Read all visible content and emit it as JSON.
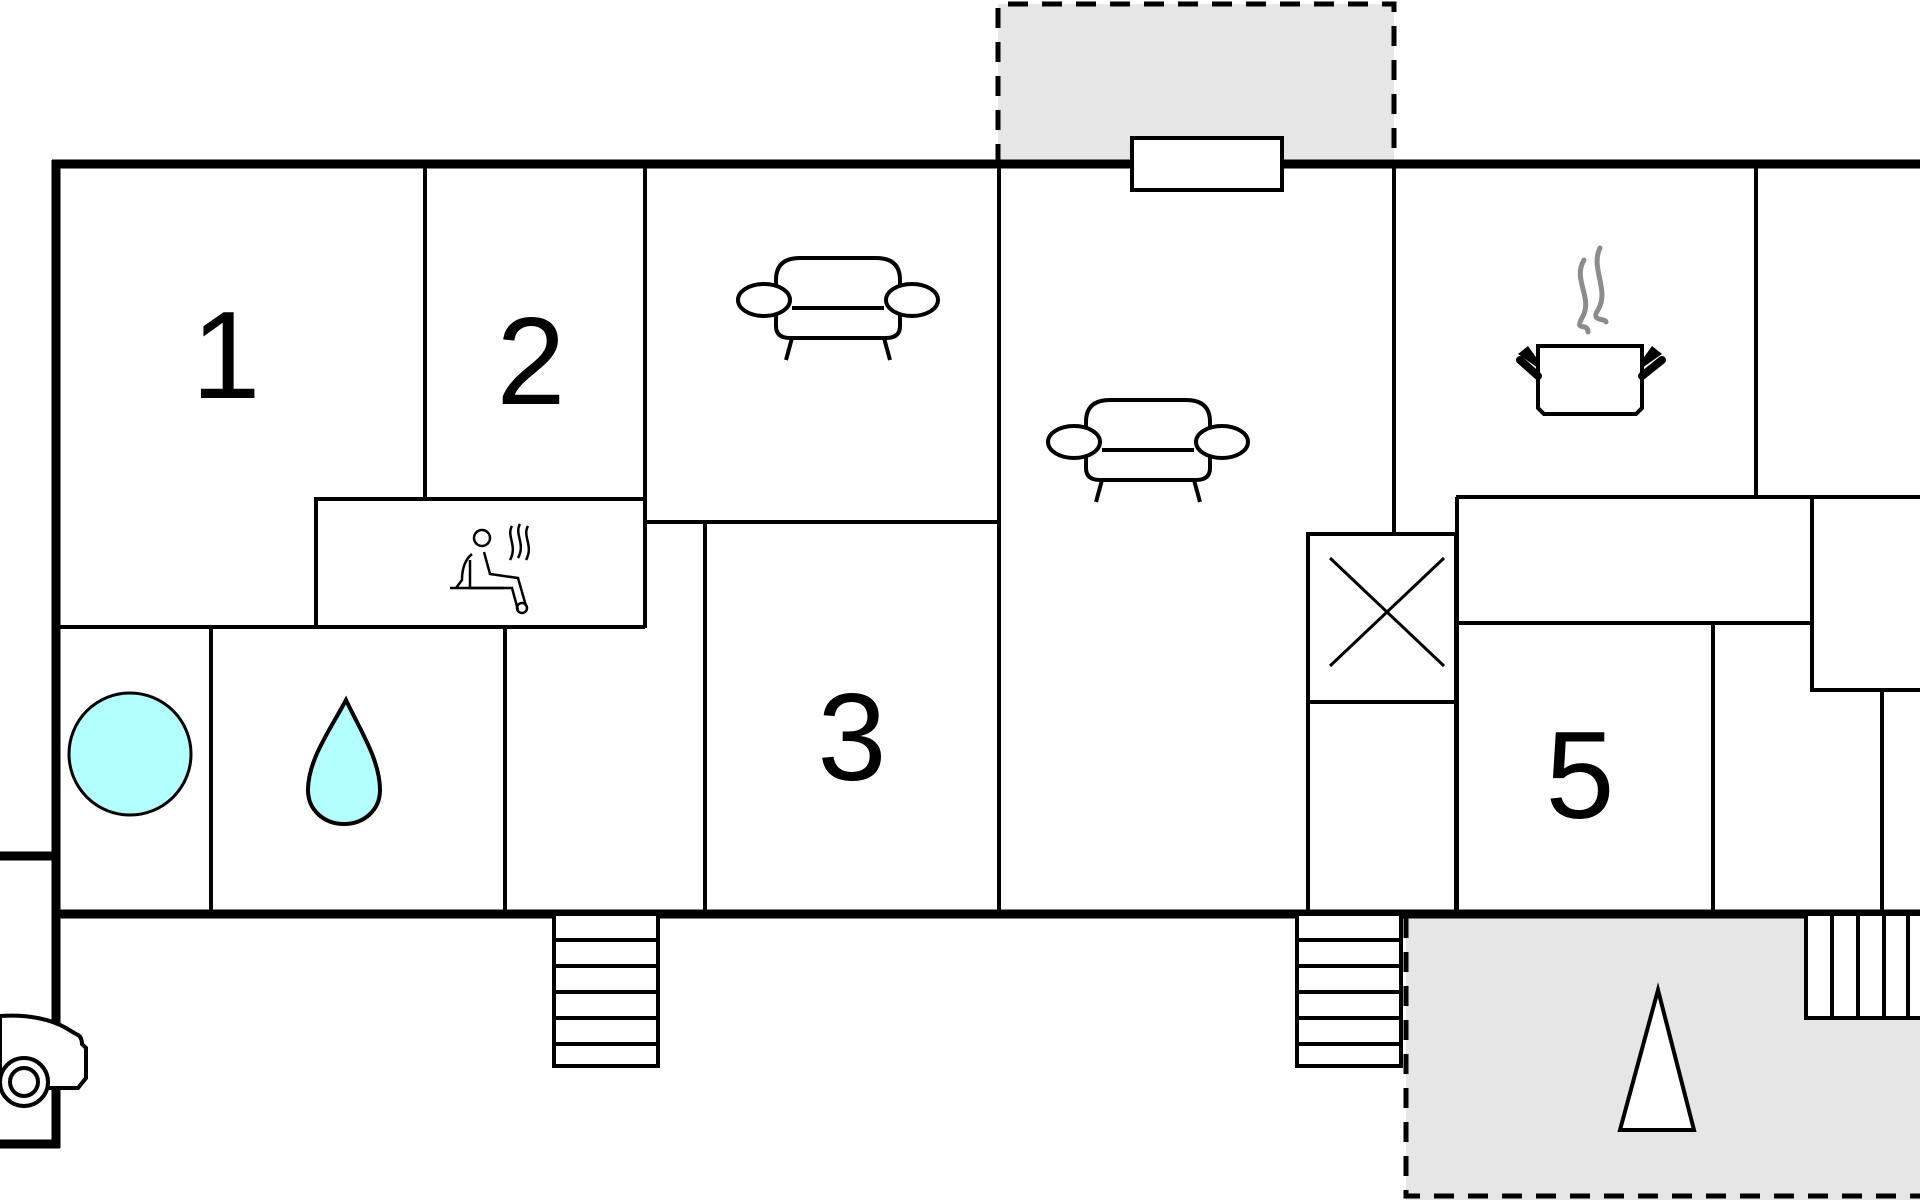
{
  "floorplan": {
    "room_labels": [
      {
        "id": "room-1",
        "text": "1"
      },
      {
        "id": "room-2",
        "text": "2"
      },
      {
        "id": "room-3",
        "text": "3"
      },
      {
        "id": "room-5",
        "text": "5"
      }
    ],
    "icons": {
      "sofa": "sofa-icon",
      "sauna": "sauna-icon",
      "kitchen": "cooking-pot-icon",
      "bath": "water-drop-icon",
      "shower": "round-tub-icon",
      "tent": "tent-icon",
      "car": "car-icon",
      "fireplace": "fireplace-icon",
      "closet": "cross-box-icon"
    },
    "colors": {
      "water": "#b3ffff",
      "outdoor": "#e6e6e6",
      "steam": "#8c8c8c",
      "wall": "#000000"
    }
  }
}
